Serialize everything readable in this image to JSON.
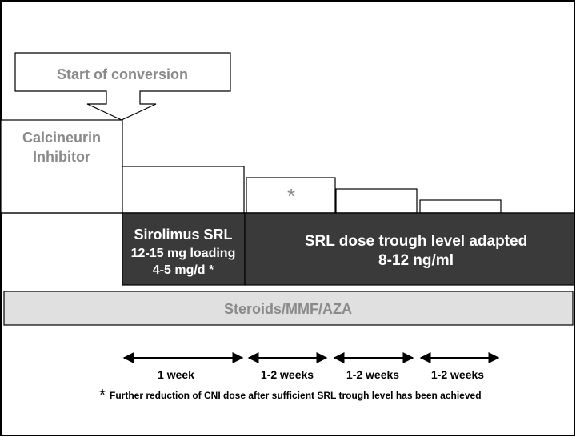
{
  "callout": {
    "label": "Start of conversion"
  },
  "cni": {
    "line1": "Calcineurin",
    "line2": "Inhibitor",
    "asterisk": "*"
  },
  "srl_loading": {
    "line1": "Sirolimus SRL",
    "line2": "12-15 mg loading",
    "line3": "4-5 mg/d *"
  },
  "srl_adapted": {
    "line1": "SRL dose trough level adapted",
    "line2": "8-12 ng/ml"
  },
  "baseline": {
    "label": "Steroids/MMF/AZA"
  },
  "timeline": [
    {
      "label": "1 week"
    },
    {
      "label": "1-2 weeks"
    },
    {
      "label": "1-2 weeks"
    },
    {
      "label": "1-2 weeks"
    }
  ],
  "footnote": {
    "marker": "*",
    "text": "Further reduction of CNI dose after sufficient SRL trough level has been achieved"
  },
  "colors": {
    "dark_fill": "#3a3a3a",
    "light_fill": "#e0e0e0",
    "gray_text": "#8a8a8a",
    "stroke": "#000000"
  }
}
